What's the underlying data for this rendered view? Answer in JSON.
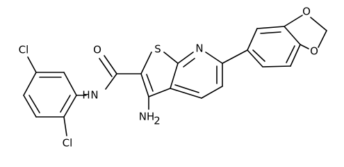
{
  "molecule": {
    "atoms": {
      "o_carbonyl": "O",
      "s_thiophene": "S",
      "n_pyridine": "N",
      "nh_amide": "N",
      "h_amide": "H",
      "nh2": "NH",
      "nh2_sub": "2",
      "cl_top": "Cl",
      "cl_bottom": "Cl",
      "o_dioxole_top": "O",
      "o_dioxole_bottom": "O"
    }
  }
}
